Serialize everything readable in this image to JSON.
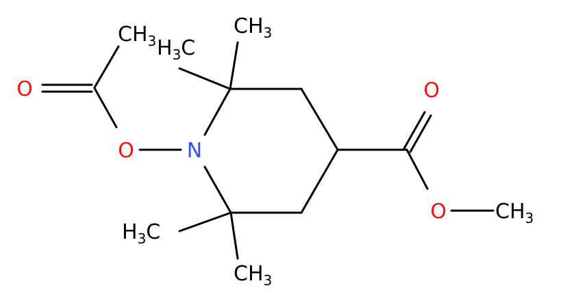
{
  "molecule": {
    "colors": {
      "bond": "#000000",
      "carbon": "#000000",
      "oxygen": "#ff0d0d",
      "nitrogen": "#3050f8"
    },
    "atoms": [
      {
        "id": "methyl_acetyl",
        "parts": [
          {
            "t": "CH"
          },
          {
            "t": "3",
            "sub": true
          }
        ],
        "color": "#000000"
      },
      {
        "id": "oxygen_carbonyl_left",
        "parts": [
          {
            "t": "O"
          }
        ],
        "color": "#ff0d0d"
      },
      {
        "id": "oxygen_ester_left",
        "parts": [
          {
            "t": "O"
          }
        ],
        "color": "#ff0d0d"
      },
      {
        "id": "nitrogen_ring",
        "parts": [
          {
            "t": "N"
          }
        ],
        "color": "#3050f8"
      },
      {
        "id": "methyl_c2_upper_left",
        "parts": [
          {
            "t": "H"
          },
          {
            "t": "3",
            "sub": true
          },
          {
            "t": "C"
          }
        ],
        "color": "#000000"
      },
      {
        "id": "methyl_c2_top",
        "parts": [
          {
            "t": "CH"
          },
          {
            "t": "3",
            "sub": true
          }
        ],
        "color": "#000000"
      },
      {
        "id": "methyl_c6_left",
        "parts": [
          {
            "t": "H"
          },
          {
            "t": "3",
            "sub": true
          },
          {
            "t": "C"
          }
        ],
        "color": "#000000"
      },
      {
        "id": "methyl_c6_bottom",
        "parts": [
          {
            "t": "CH"
          },
          {
            "t": "3",
            "sub": true
          }
        ],
        "color": "#000000"
      },
      {
        "id": "oxygen_carbonyl_right",
        "parts": [
          {
            "t": "O"
          }
        ],
        "color": "#ff0d0d"
      },
      {
        "id": "oxygen_ester_right",
        "parts": [
          {
            "t": "O"
          }
        ],
        "color": "#ff0d0d"
      },
      {
        "id": "methyl_ester",
        "parts": [
          {
            "t": "CH"
          },
          {
            "t": "3",
            "sub": true
          }
        ],
        "color": "#000000"
      }
    ]
  }
}
